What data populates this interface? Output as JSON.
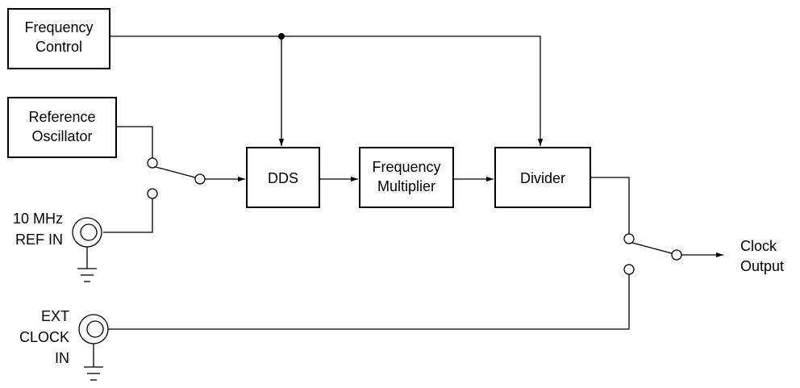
{
  "blocks": {
    "frequency_control": [
      "Frequency",
      "Control"
    ],
    "reference_oscillator": [
      "Reference",
      "Oscillator"
    ],
    "dds": [
      "DDS"
    ],
    "frequency_multiplier": [
      "Frequency",
      "Multiplier"
    ],
    "divider": [
      "Divider"
    ]
  },
  "connectors": {
    "ref_in": [
      "10 MHz",
      "REF IN"
    ],
    "ext_clock_in": [
      "EXT",
      "CLOCK",
      "IN"
    ]
  },
  "output": [
    "Clock",
    "Output"
  ],
  "colors": {
    "line": "#000000",
    "background": "#ffffff"
  }
}
